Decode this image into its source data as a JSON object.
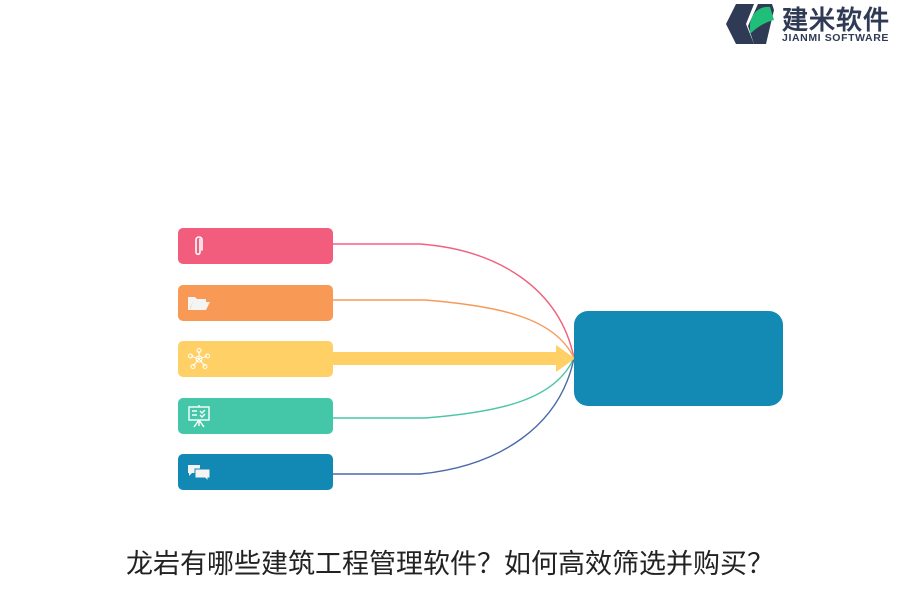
{
  "logo": {
    "name_cn": "建米软件",
    "name_en": "JIANMI SOFTWARE",
    "colors": {
      "dark": "#2f3a55",
      "green": "#1fbf7a"
    }
  },
  "diagram": {
    "center": {
      "label": "",
      "color": "#138ab3"
    },
    "nodes": [
      {
        "icon": "paperclip-icon",
        "label": "",
        "color": "#f25d7e",
        "line_color": "#f0607f"
      },
      {
        "icon": "folder-open-icon",
        "label": "",
        "color": "#f89a56",
        "line_color": "#f7995a"
      },
      {
        "icon": "network-icon",
        "label": "",
        "color": "#fed066",
        "line_color": "#fed066",
        "arrow": true
      },
      {
        "icon": "presentation-board-icon",
        "label": "",
        "color": "#44c7a8",
        "line_color": "#4ac6a5"
      },
      {
        "icon": "chat-bubbles-icon",
        "label": "",
        "color": "#1289b5",
        "line_color": "#4a6aa8"
      }
    ]
  },
  "caption": "龙岩有哪些建筑工程管理软件？如何高效筛选并购买？"
}
